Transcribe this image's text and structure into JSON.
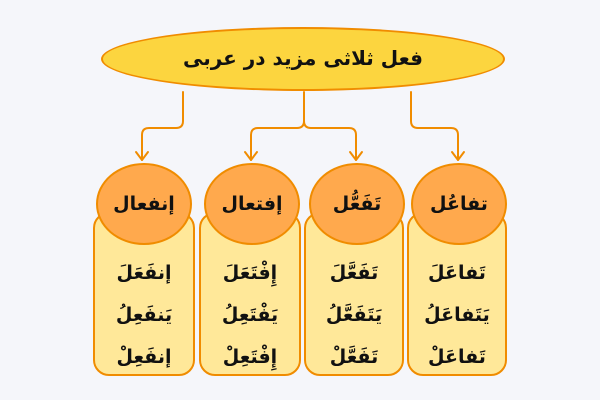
{
  "title": "فعل ثلاثی مزید در عربی",
  "colors": {
    "background": "#f5f6fa",
    "title_fill": "#fcd53f",
    "stroke": "#f08c00",
    "circle_fill": "#ffa94d",
    "card_fill": "#ffe899"
  },
  "groups": [
    {
      "name": "إنفعال",
      "forms": [
        "إنفَعَلَ",
        "يَنفَعِلُ",
        "إنفَعِلْ"
      ]
    },
    {
      "name": "إفتعال",
      "forms": [
        "إِفْتَعَلَ",
        "يَفْتَعِلُ",
        "إِفْتَعِلْ"
      ]
    },
    {
      "name": "تَفَعُّل",
      "forms": [
        "تَفَعَّلَ",
        "يَتَفَعَّلُ",
        "تَفَعَّلْ"
      ]
    },
    {
      "name": "تفاعُل",
      "forms": [
        "تَفاعَلَ",
        "يَتَفاعَلُ",
        "تَفاعَلْ"
      ]
    }
  ]
}
